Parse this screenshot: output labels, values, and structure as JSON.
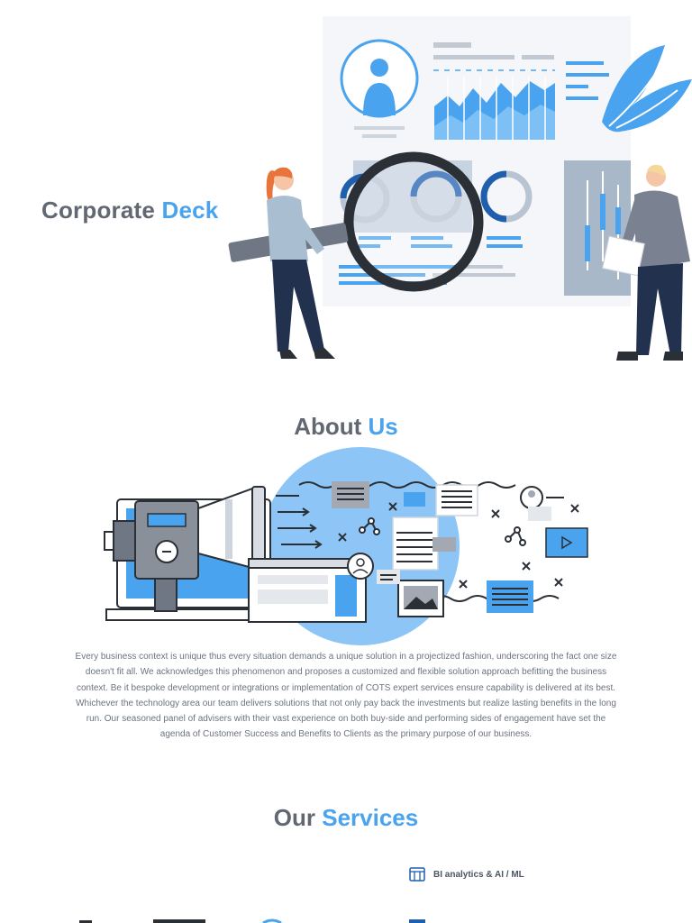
{
  "hero": {
    "title_part1": "Corporate",
    "title_part2": "Deck"
  },
  "about": {
    "title_part1": "About",
    "title_part2": "Us",
    "body": "Every business context is unique thus every situation demands a unique solution in a projectized fashion, underscoring the fact one size doesn't fit all. We acknowledges this phenomenon and proposes a customized and flexible solution approach befitting the business context. Be it bespoke development or integrations or implementation of COTS  expert services ensure capability is delivered at its best. Whichever the technology area our team delivers solutions that not only pay back the investments but realize lasting benefits in the long run. Our seasoned panel of advisers with their vast experience on both buy-side and performing sides of engagement have set the agenda of Customer Success and Benefits to Clients as the primary purpose of our business."
  },
  "services": {
    "title_part1": "Our",
    "title_part2": "Services",
    "items": [
      {
        "label": "BI analytics & AI / ML",
        "icon": "analytics-icon"
      }
    ]
  },
  "colors": {
    "accent": "#4aa3ee",
    "heading": "#616872",
    "body_text": "#6b7280"
  }
}
